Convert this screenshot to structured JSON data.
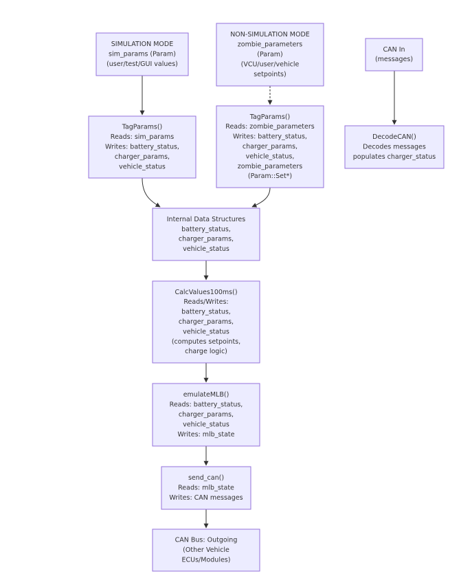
{
  "colors": {
    "node_fill": "#ececff",
    "node_stroke": "#9370db",
    "edge": "#333333",
    "text": "#333333"
  },
  "nodes": {
    "sim": [
      "SIMULATION MODE",
      "sim_params (Param)",
      "(user/test/GUI values)"
    ],
    "nonsim": [
      "NON-SIMULATION MODE",
      "zombie_parameters",
      "(Param)",
      "(VCU/user/vehicle",
      "setpoints)"
    ],
    "canin": [
      "CAN In",
      "(messages)"
    ],
    "tag1": [
      "TagParams()",
      "Reads: sim_params",
      "Writes: battery_status,",
      "charger_params,",
      "vehicle_status"
    ],
    "tag2": [
      "TagParams()",
      "Reads: zombie_parameters",
      "Writes: battery_status,",
      "charger_params,",
      "vehicle_status,",
      "zombie_parameters",
      "(Param::Set*)"
    ],
    "decode": [
      "DecodeCAN()",
      "Decodes messages",
      "populates charger_status"
    ],
    "internal": [
      "Internal Data Structures",
      "battery_status,",
      "charger_params,",
      "vehicle_status"
    ],
    "calc": [
      "CalcValues100ms()",
      "Reads/Writes:",
      "battery_status,",
      "charger_params,",
      "vehicle_status",
      "(computes setpoints,",
      "charge logic)"
    ],
    "emulate": [
      "emulateMLB()",
      "Reads: battery_status,",
      "charger_params,",
      "vehicle_status",
      "Writes: mlb_state"
    ],
    "sendcan": [
      "send_can()",
      "Reads: mlb_state",
      "Writes: CAN messages"
    ],
    "canbus": [
      "CAN Bus: Outgoing",
      "(Other Vehicle",
      "ECUs/Modules)"
    ]
  },
  "edges": [
    {
      "from": "sim",
      "to": "tag1",
      "style": "solid"
    },
    {
      "from": "nonsim",
      "to": "tag2",
      "style": "dashed"
    },
    {
      "from": "canin",
      "to": "decode",
      "style": "solid"
    },
    {
      "from": "tag1",
      "to": "internal",
      "style": "solid"
    },
    {
      "from": "tag2",
      "to": "internal",
      "style": "solid"
    },
    {
      "from": "internal",
      "to": "calc",
      "style": "solid"
    },
    {
      "from": "calc",
      "to": "emulate",
      "style": "solid"
    },
    {
      "from": "emulate",
      "to": "sendcan",
      "style": "solid"
    },
    {
      "from": "sendcan",
      "to": "canbus",
      "style": "solid"
    }
  ]
}
